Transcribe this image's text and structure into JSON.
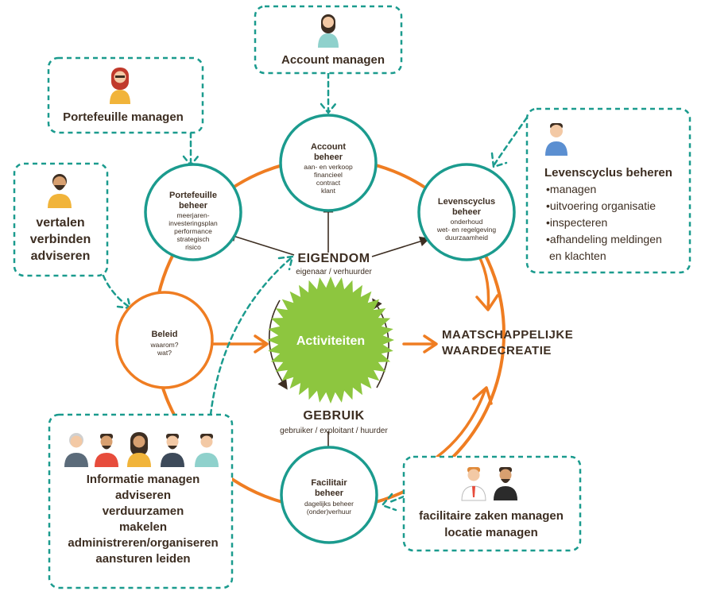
{
  "colors": {
    "orange": "#ef7d22",
    "teal": "#1b9b8e",
    "brown": "#3d2e22",
    "green": "#8dc63f"
  },
  "circles": {
    "account": {
      "title1": "Account",
      "title2": "beheer",
      "lines": [
        "aan- en verkoop",
        "financieel",
        "contract",
        "klant"
      ]
    },
    "portefeuille": {
      "title1": "Portefeuille",
      "title2": "beheer",
      "lines": [
        "meerjaren-",
        "investeringsplan",
        "performance",
        "strategisch",
        "risico"
      ]
    },
    "levenscyclus": {
      "title1": "Levenscyclus",
      "title2": "beheer",
      "lines": [
        "onderhoud",
        "wet- en regelgeving",
        "duurzaamheid"
      ]
    },
    "beleid": {
      "title1": "Beleid",
      "lines": [
        "waarom?",
        "wat?"
      ]
    },
    "facilitair": {
      "title1": "Facilitair",
      "title2": "beheer",
      "lines": [
        "dagelijks beheer",
        "(onder)verhuur"
      ]
    }
  },
  "center": {
    "label": "Activiteiten",
    "eigendom": "EIGENDOM",
    "eigendom_sub": "eigenaar / verhuurder",
    "gebruik": "GEBRUIK",
    "gebruik_sub": "gebruiker / exploitant / huurder"
  },
  "outcome": {
    "line1": "MAATSCHAPPELIJKE",
    "line2": "WAARDECREATIE"
  },
  "boxes": {
    "account": {
      "label": "Account managen",
      "icon": "woman-avatar-icon"
    },
    "portefeuille": {
      "label": "Portefeuille managen",
      "icon": "woman-avatar-icon"
    },
    "vertalen": {
      "lines": [
        "vertalen",
        "verbinden",
        "adviseren"
      ],
      "icon": "bearded-man-avatar-icon"
    },
    "levenscyclus": {
      "title": "Levenscyclus beheren",
      "bullets": [
        "•managen",
        "•uitvoering organisatie",
        "•inspecteren",
        "•afhandeling meldingen",
        "en klachten"
      ],
      "icon": "man-avatar-icon"
    },
    "informatie": {
      "lines": [
        "Informatie managen",
        "adviseren",
        "verduurzamen",
        "makelen",
        "administreren/organiseren",
        "aansturen leiden"
      ],
      "icon": "team-avatars-icon"
    },
    "facilitaire": {
      "lines": [
        "facilitaire zaken managen",
        "locatie managen"
      ],
      "icon": "two-men-avatars-icon"
    }
  }
}
